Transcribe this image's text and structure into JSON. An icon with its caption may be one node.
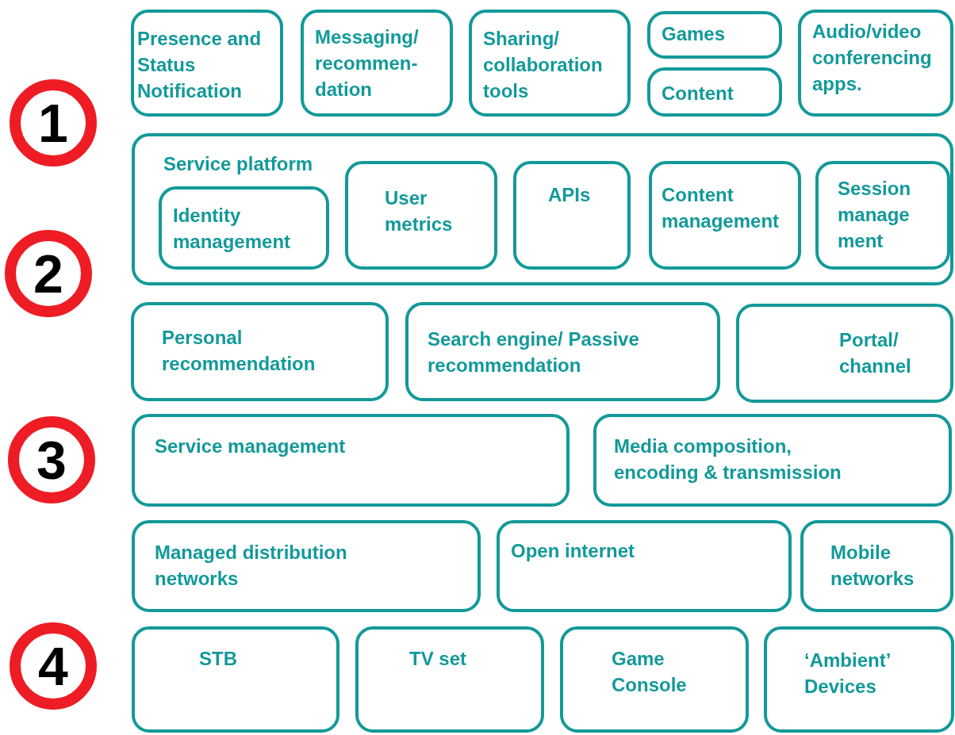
{
  "diagram": {
    "nodes": [
      {
        "text": [
          "Presence and Status Notification"
        ]
      },
      {
        "text": [
          "Messaging/ recommen- dation"
        ]
      },
      {
        "text": [
          "Sharing/ collaboration tools"
        ]
      },
      {
        "text": [
          "Games"
        ]
      },
      {
        "text": [
          "Content"
        ]
      },
      {
        "text": [
          "Audio/video conferencing apps."
        ]
      },
      {
        "text": [
          "1"
        ]
      },
      {
        "text": [
          "Service platform"
        ]
      },
      {
        "text": [
          "Identity management"
        ],
        "in": 7
      },
      {
        "text": [
          "User metrics"
        ],
        "in": 7
      },
      {
        "text": [
          "APIs"
        ],
        "in": 7
      },
      {
        "text": [
          "Content management"
        ],
        "in": 7
      },
      {
        "text": [
          "Session manage ment"
        ],
        "in": 7
      },
      {
        "text": [
          "2"
        ]
      },
      {
        "text": [
          "Personal recommendation"
        ]
      },
      {
        "text": [
          "Search engine/ Passive recommendation"
        ]
      },
      {
        "text": [
          "Portal/ channel"
        ]
      },
      {
        "text": [
          "3"
        ]
      },
      {
        "text": [
          "Service management"
        ]
      },
      {
        "text": [
          "Media composition, encoding & transmission"
        ]
      },
      {
        "text": [
          "Managed distribution networks"
        ]
      },
      {
        "text": [
          "Open internet"
        ]
      },
      {
        "text": [
          "Mobile networks"
        ]
      },
      {
        "text": [
          "4"
        ]
      },
      {
        "text": [
          "STB"
        ]
      },
      {
        "text": [
          "TV set"
        ]
      },
      {
        "text": [
          "Game Console"
        ]
      },
      {
        "text": [
          "‘Ambient’ Devices"
        ]
      }
    ]
  }
}
